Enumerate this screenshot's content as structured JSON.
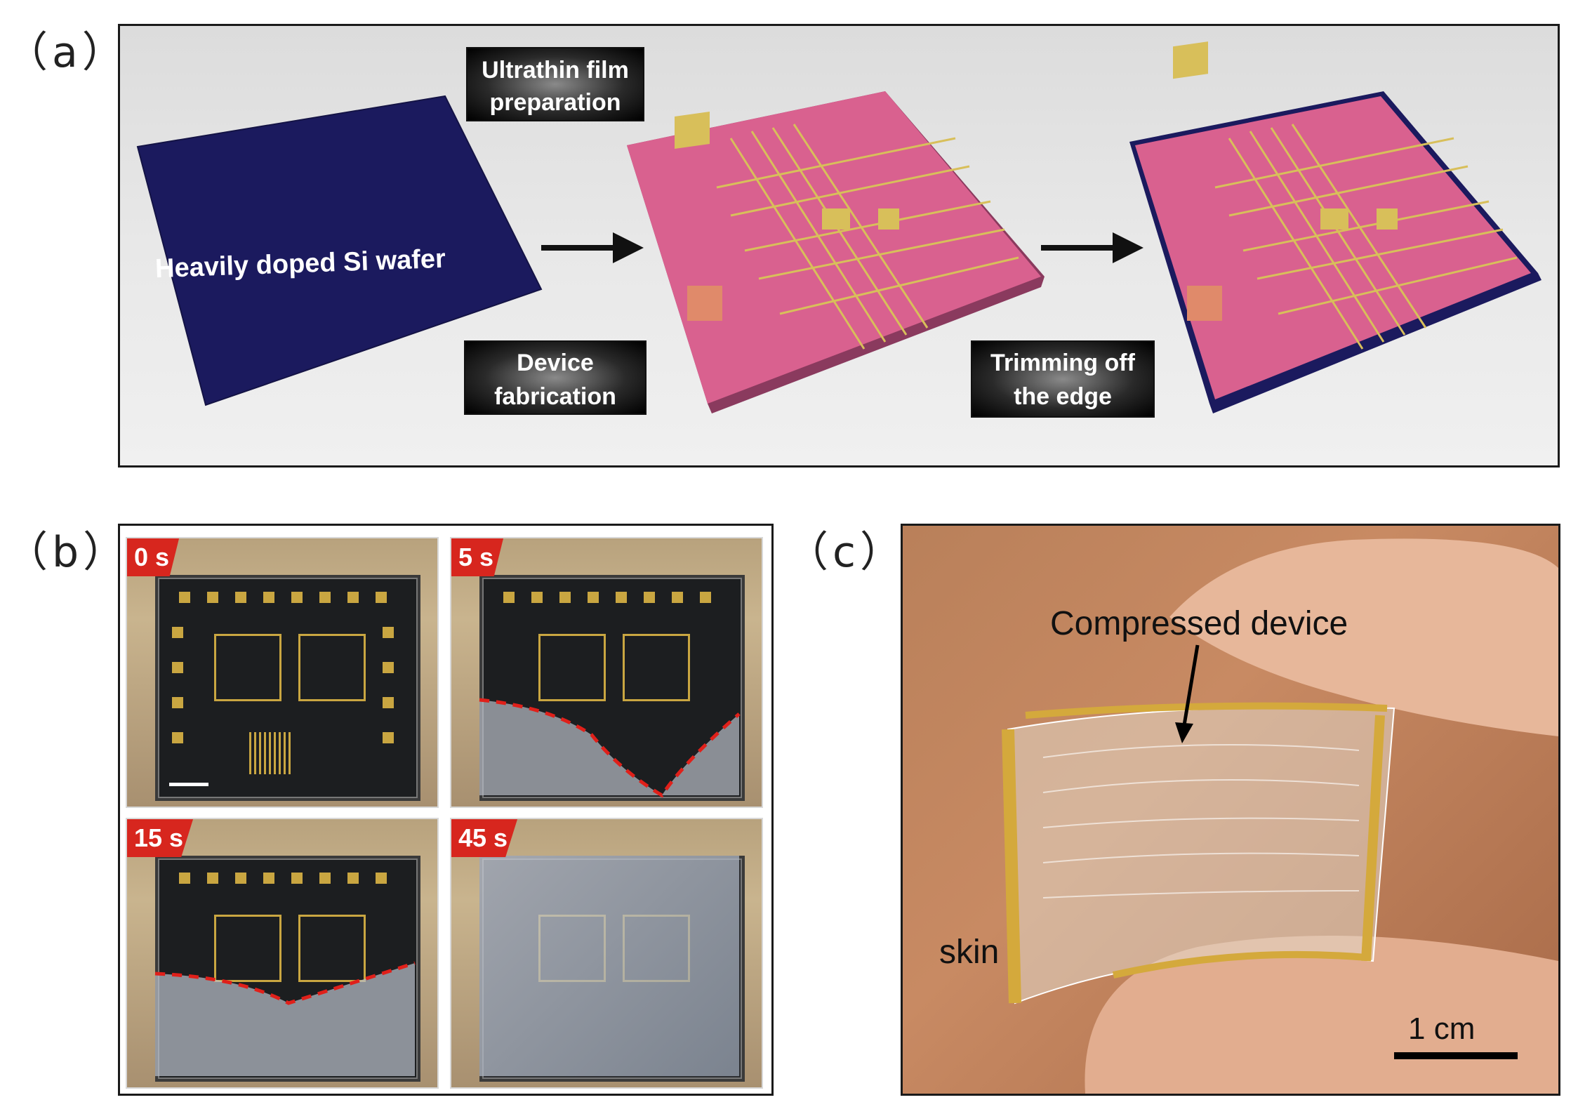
{
  "panels": {
    "a": {
      "label": "（a）",
      "wafer_label": "Heavily doped Si wafer",
      "step1_tag": [
        "Ultrathin film",
        "preparation"
      ],
      "step2_tag": [
        "Device",
        "fabrication"
      ],
      "step3_tag": [
        "Trimming off",
        "the edge"
      ],
      "colors": {
        "wafer": "#1b1a5e",
        "film": "#d9618f",
        "gold": "#d8bf5a"
      }
    },
    "b": {
      "label": "（b）",
      "frames": [
        {
          "time": "0 s"
        },
        {
          "time": "5 s"
        },
        {
          "time": "15 s"
        },
        {
          "time": "45 s"
        }
      ],
      "colors": {
        "badge": "#d7261e",
        "dashed": "#e0201a"
      }
    },
    "c": {
      "label": "（c）",
      "device_label": "Compressed device",
      "skin_label": "skin",
      "scale_label": "1 cm"
    }
  }
}
